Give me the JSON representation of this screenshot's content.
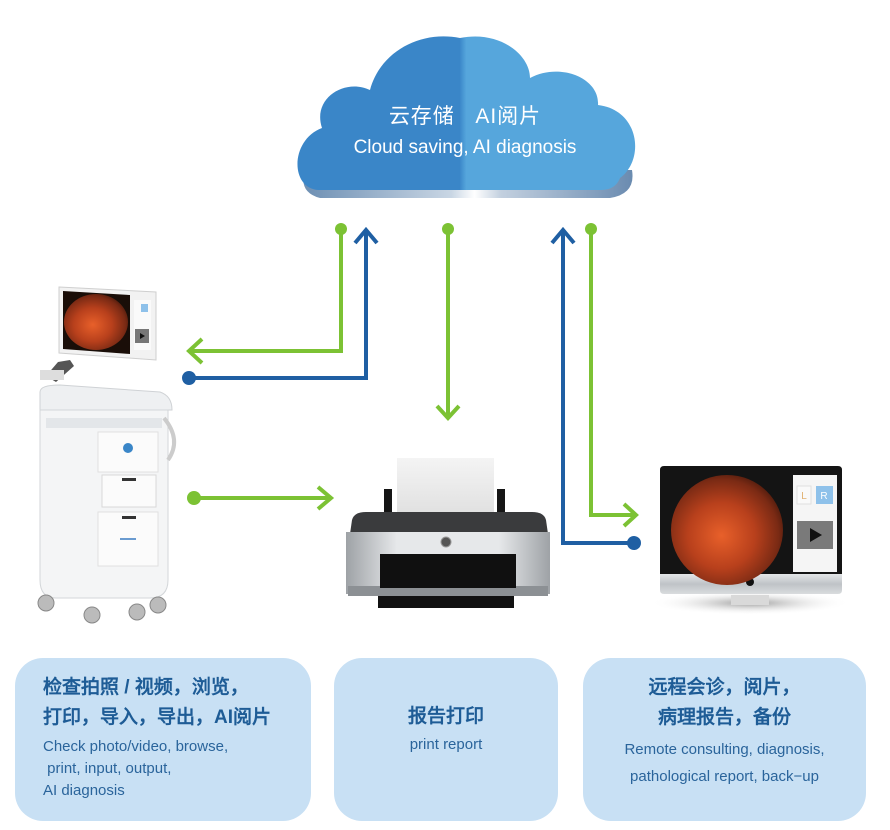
{
  "cloud": {
    "title_zh": "云存储   AI阅片",
    "subtitle_en": "Cloud saving, AI diagnosis",
    "colors": {
      "dark": "#3a86c8",
      "light": "#56a6dc"
    }
  },
  "devices": {
    "cart": {
      "label": "fundus camera cart workstation",
      "screen_buttons": [
        "L",
        "R"
      ]
    },
    "printer": {
      "label": "printer"
    },
    "monitor": {
      "label": "remote desktop monitor",
      "screen_buttons": [
        "L",
        "R"
      ]
    }
  },
  "arrows": {
    "colors": {
      "upload": "#1f5fa3",
      "download": "#7cc234"
    },
    "flows": [
      {
        "from": "cloud",
        "to": "cart",
        "color": "download"
      },
      {
        "from": "cart",
        "to": "cloud",
        "color": "upload"
      },
      {
        "from": "cloud",
        "to": "printer",
        "color": "download"
      },
      {
        "from": "cart",
        "to": "printer",
        "color": "download"
      },
      {
        "from": "monitor",
        "to": "cloud",
        "color": "upload"
      },
      {
        "from": "cloud",
        "to": "monitor",
        "color": "download"
      }
    ]
  },
  "boxes": {
    "left": {
      "zh_lines": [
        "检查拍照 / 视频，浏览，",
        "打印，导入，导出，AI阅片"
      ],
      "en_lines": [
        "Check photo/video, browse,",
        " print, input, output,",
        "AI diagnosis"
      ]
    },
    "middle": {
      "zh_lines": [
        "报告打印"
      ],
      "en_lines": [
        "print report"
      ]
    },
    "right": {
      "zh_lines": [
        "远程会诊，阅片，",
        "病理报告，备份"
      ],
      "en_lines": [
        "Remote consulting, diagnosis,",
        "pathological report, back−up"
      ]
    },
    "background": "#c8e0f4",
    "text_color": "#1e5c96"
  }
}
